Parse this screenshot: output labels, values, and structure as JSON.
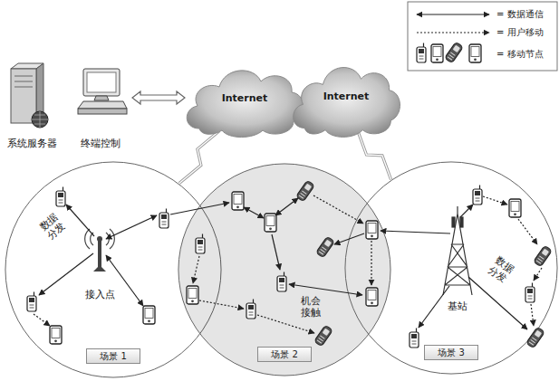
{
  "diagram": {
    "nodes": [
      {
        "text": [
          "系统服务器"
        ]
      },
      {
        "text": [
          "终端控制"
        ]
      },
      {
        "text": [
          "Internet"
        ]
      },
      {
        "text": [
          "Internet"
        ]
      },
      {
        "text": [
          "场景 1"
        ]
      },
      {
        "text": [
          "场景 2"
        ]
      },
      {
        "text": [
          "场景 3"
        ]
      },
      {
        "text": [
          "接入点"
        ],
        "in": 4
      },
      {
        "text": [
          "基站"
        ],
        "in": 6
      }
    ],
    "edges": [
      {
        "from": 1,
        "to": 2,
        "arrow": "both"
      },
      {
        "from": 2,
        "to": 4,
        "arrow": "none"
      },
      {
        "from": 3,
        "to": 6,
        "arrow": "none"
      }
    ],
    "labels": [
      "数据 分发",
      "机会 接触",
      "数据 分发"
    ],
    "legend": [
      {
        "text": "= 数据通信"
      },
      {
        "text": "= 用户移动"
      },
      {
        "text": "= 移动节点"
      }
    ]
  }
}
